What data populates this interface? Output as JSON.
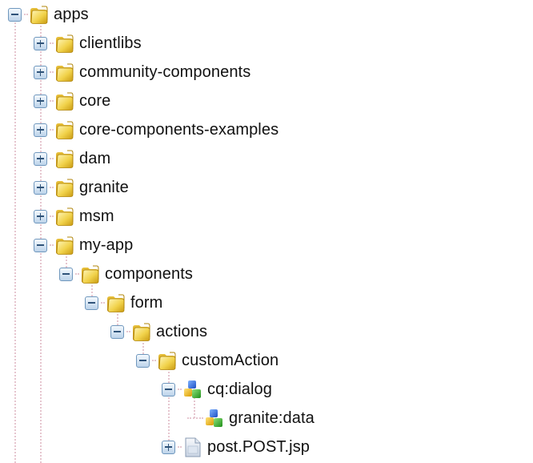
{
  "tree": {
    "nodes": [
      {
        "label": "apps",
        "depth": 0,
        "icon": "folder-icon",
        "toggle": "collapse"
      },
      {
        "label": "clientlibs",
        "depth": 1,
        "icon": "folder-icon",
        "toggle": "expand"
      },
      {
        "label": "community-components",
        "depth": 1,
        "icon": "folder-icon",
        "toggle": "expand"
      },
      {
        "label": "core",
        "depth": 1,
        "icon": "folder-icon",
        "toggle": "expand"
      },
      {
        "label": "core-components-examples",
        "depth": 1,
        "icon": "folder-icon",
        "toggle": "expand"
      },
      {
        "label": "dam",
        "depth": 1,
        "icon": "folder-icon",
        "toggle": "expand"
      },
      {
        "label": "granite",
        "depth": 1,
        "icon": "folder-icon",
        "toggle": "expand"
      },
      {
        "label": "msm",
        "depth": 1,
        "icon": "folder-icon",
        "toggle": "expand"
      },
      {
        "label": "my-app",
        "depth": 1,
        "icon": "folder-icon",
        "toggle": "collapse"
      },
      {
        "label": "components",
        "depth": 2,
        "icon": "folder-icon",
        "toggle": "collapse"
      },
      {
        "label": "form",
        "depth": 3,
        "icon": "folder-icon",
        "toggle": "collapse"
      },
      {
        "label": "actions",
        "depth": 4,
        "icon": "folder-icon",
        "toggle": "collapse"
      },
      {
        "label": "customAction",
        "depth": 5,
        "icon": "folder-icon",
        "toggle": "collapse"
      },
      {
        "label": "cq:dialog",
        "depth": 6,
        "icon": "node-icon",
        "toggle": "collapse"
      },
      {
        "label": "granite:data",
        "depth": 7,
        "icon": "node-icon",
        "toggle": "none"
      },
      {
        "label": "post.POST.jsp",
        "depth": 6,
        "icon": "file-icon",
        "toggle": "expand"
      }
    ]
  }
}
